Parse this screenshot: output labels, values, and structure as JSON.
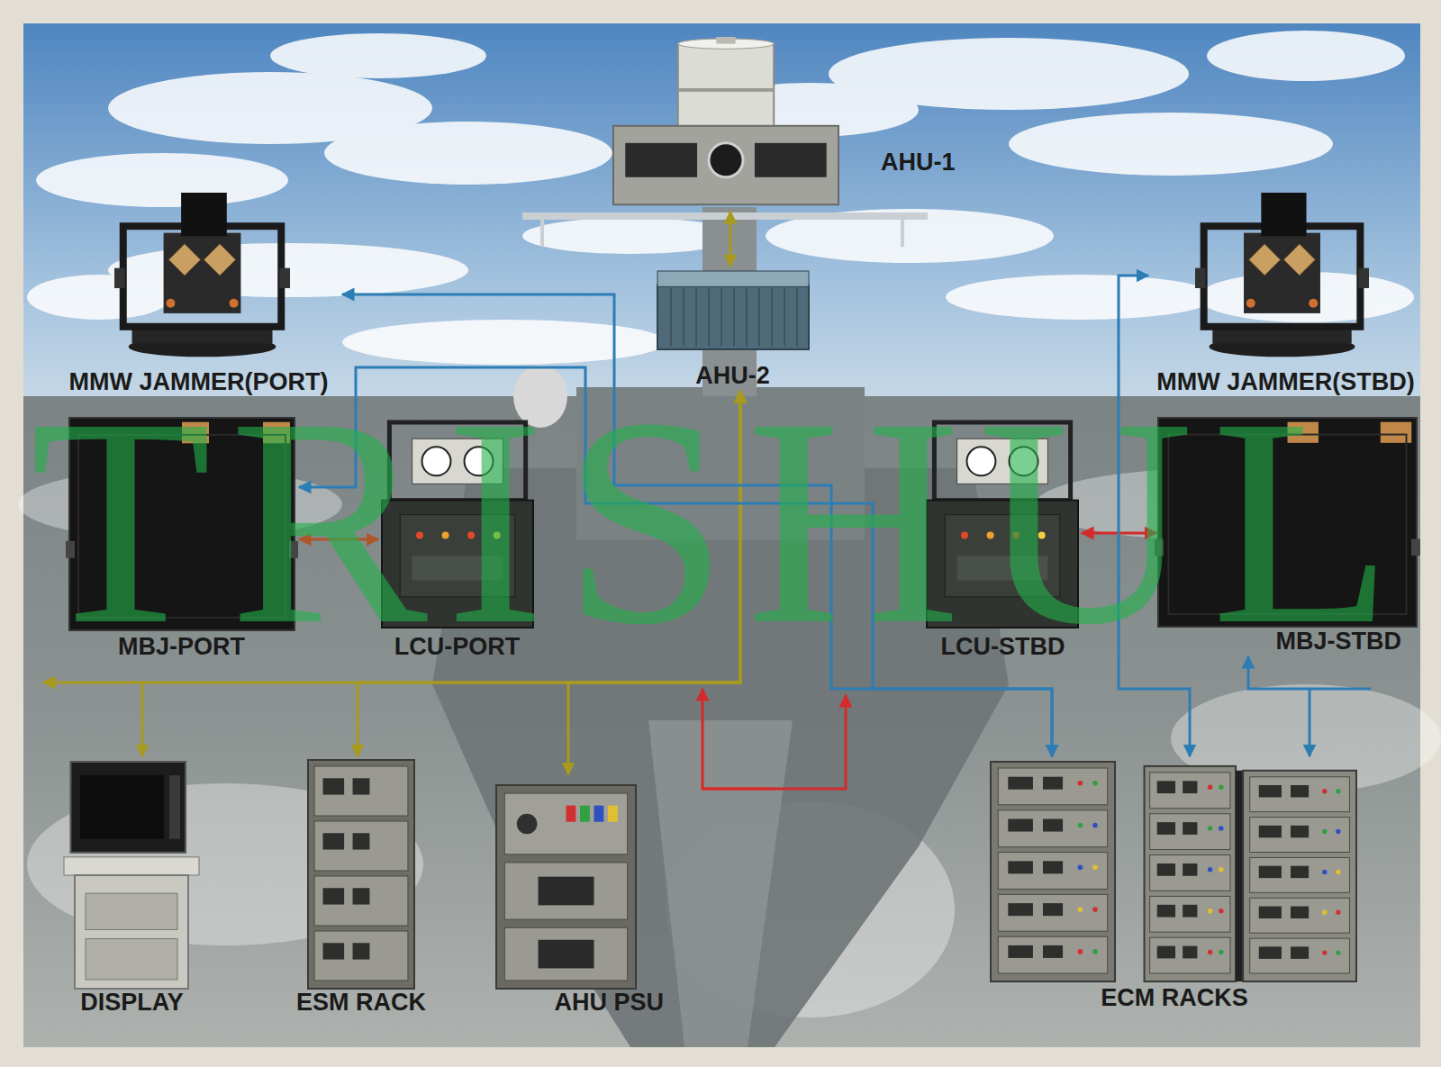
{
  "diagram": {
    "nodes": [
      {
        "text": [
          "AHU-1"
        ]
      },
      {
        "text": [
          "MMW JAMMER(PORT)"
        ]
      },
      {
        "text": [
          "AHU-2"
        ]
      },
      {
        "text": [
          "MMW JAMMER(STBD)"
        ]
      },
      {
        "text": [
          "MBJ-PORT"
        ]
      },
      {
        "text": [
          "LCU-PORT"
        ]
      },
      {
        "text": [
          "LCU-STBD"
        ]
      },
      {
        "text": [
          "MBJ-STBD"
        ]
      },
      {
        "text": [
          "DISPLAY"
        ]
      },
      {
        "text": [
          "ESM RACK"
        ]
      },
      {
        "text": [
          "AHU PSU"
        ]
      },
      {
        "text": [
          "ECM RACKS"
        ]
      }
    ],
    "edges": [
      {
        "from": 0,
        "to": 2,
        "arrow": "both"
      },
      {
        "from": 4,
        "to": 5,
        "arrow": "both"
      },
      {
        "from": 6,
        "to": 7,
        "arrow": "both"
      },
      {
        "from": 8,
        "to": 2,
        "arrow": "both"
      },
      {
        "from": 9,
        "to": 2,
        "arrow": "both"
      },
      {
        "from": 10,
        "to": 2,
        "arrow": "both"
      },
      {
        "from": 11,
        "to": 1,
        "arrow": "both"
      },
      {
        "from": 11,
        "to": 4,
        "arrow": "both"
      },
      {
        "from": 11,
        "to": 3,
        "arrow": "both"
      },
      {
        "from": 11,
        "to": 7,
        "arrow": "both"
      }
    ],
    "labels": [
      "TRISHUL"
    ]
  }
}
